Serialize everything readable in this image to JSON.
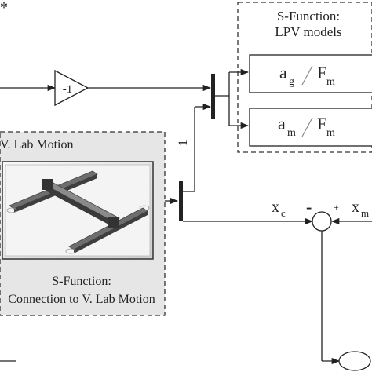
{
  "corner_mark": "*",
  "sfunction_lpv": {
    "title_line1": "S-Function:",
    "title_line2": "LPV models",
    "block_ag": {
      "base": "a",
      "sub": "g",
      "den": "F",
      "den_sub": "m"
    },
    "block_am": {
      "base": "a",
      "sub": "m",
      "den": "F",
      "den_sub": "m"
    }
  },
  "gain_block": {
    "label": "-1"
  },
  "mux_wire_label": "1",
  "vlab_group": {
    "title": "V. Lab Motion",
    "caption_line1": "S-Function:",
    "caption_line2": "Connection to V. Lab Motion"
  },
  "signals": {
    "xc": {
      "base": "x",
      "sub": "c"
    },
    "xm": {
      "base": "x",
      "sub": "m"
    }
  },
  "sum_block": {
    "minus": "-",
    "plus": "+"
  }
}
